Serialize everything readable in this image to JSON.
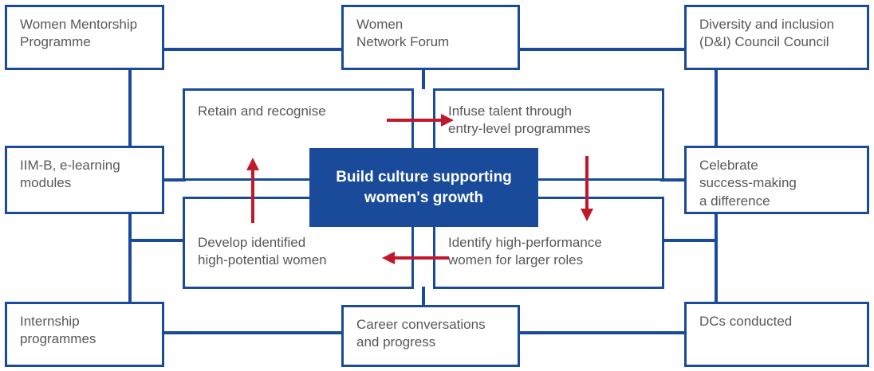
{
  "diagram": {
    "title": "Build culture supporting women's growth framework",
    "colors": {
      "box_border": "#1a4b9b",
      "center_fill": "#1a4b9b",
      "center_text": "#ffffff",
      "text": "#58585b",
      "arrow": "#c1192b",
      "background": "#ffffff"
    },
    "center": {
      "label": "Build culture supporting\nwomen's growth"
    },
    "quadrants": [
      {
        "id": "retain-and-recognise",
        "label": "Retain and recognise"
      },
      {
        "id": "infuse-talent",
        "label": "Infuse talent through\nentry-level programmes"
      },
      {
        "id": "develop-identified",
        "label": "Develop identified\nhigh-potential women"
      },
      {
        "id": "identify-high-performance",
        "label": "Identify high-performance\nwomen for larger roles"
      }
    ],
    "outer_left": [
      {
        "id": "women-mentorship-programme",
        "label": "Women Mentorship\nProgramme"
      },
      {
        "id": "iimb-elearning-modules",
        "label": "IIM-B, e-learning\nmodules"
      },
      {
        "id": "internship-programmes",
        "label": "Internship\nprogrammes"
      }
    ],
    "outer_center": [
      {
        "id": "women-network-forum",
        "label": "Women\nNetwork Forum"
      },
      {
        "id": "career-conversations",
        "label": "Career conversations\nand progress"
      }
    ],
    "outer_right": [
      {
        "id": "di-council",
        "label": "Diversity and inclusion\n(D&I) Council Council"
      },
      {
        "id": "celebrate-success",
        "label": "Celebrate\nsuccess-making\na difference"
      },
      {
        "id": "dcs-conducted",
        "label": "DCs conducted"
      }
    ],
    "arrows": [
      {
        "id": "arrow-retain-to-infuse",
        "direction": "right"
      },
      {
        "id": "arrow-infuse-to-identify",
        "direction": "down"
      },
      {
        "id": "arrow-identify-to-develop",
        "direction": "left"
      },
      {
        "id": "arrow-develop-to-retain",
        "direction": "up"
      }
    ]
  }
}
